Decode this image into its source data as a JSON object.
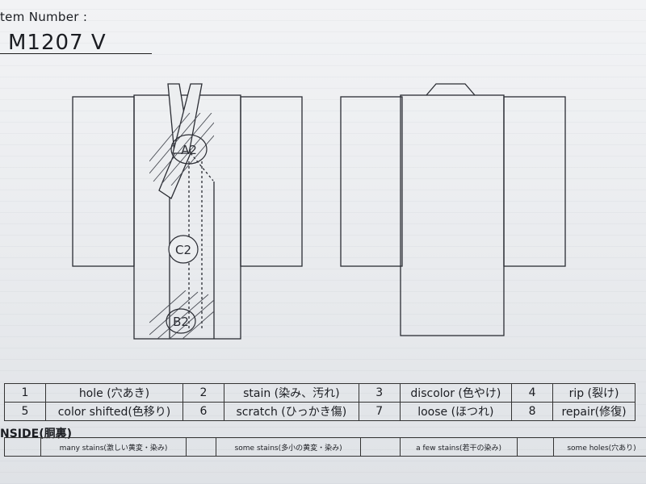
{
  "item": {
    "label": "tem Number :",
    "value": "M1207  V"
  },
  "diagram": {
    "front_marks": [
      {
        "code": "A2"
      },
      {
        "code": "C2"
      },
      {
        "code": "B2"
      }
    ]
  },
  "defect_codes": [
    {
      "num": "1",
      "label": "hole (穴あき)"
    },
    {
      "num": "2",
      "label": "stain (染み、汚れ)"
    },
    {
      "num": "3",
      "label": "discolor (色やけ)"
    },
    {
      "num": "4",
      "label": "rip (裂け)"
    },
    {
      "num": "5",
      "label": "color shifted(色移り)"
    },
    {
      "num": "6",
      "label": "scratch (ひっかき傷)"
    },
    {
      "num": "7",
      "label": "loose (ほつれ)"
    },
    {
      "num": "8",
      "label": "repair(修復)"
    }
  ],
  "inside": {
    "label": "NSIDE(胴裏)",
    "options": [
      "many stains(激しい黄変・染み)",
      "some stains(多小の黄変・染み)",
      "a few stains(若干の染み)",
      "some holes(穴あり)"
    ]
  }
}
